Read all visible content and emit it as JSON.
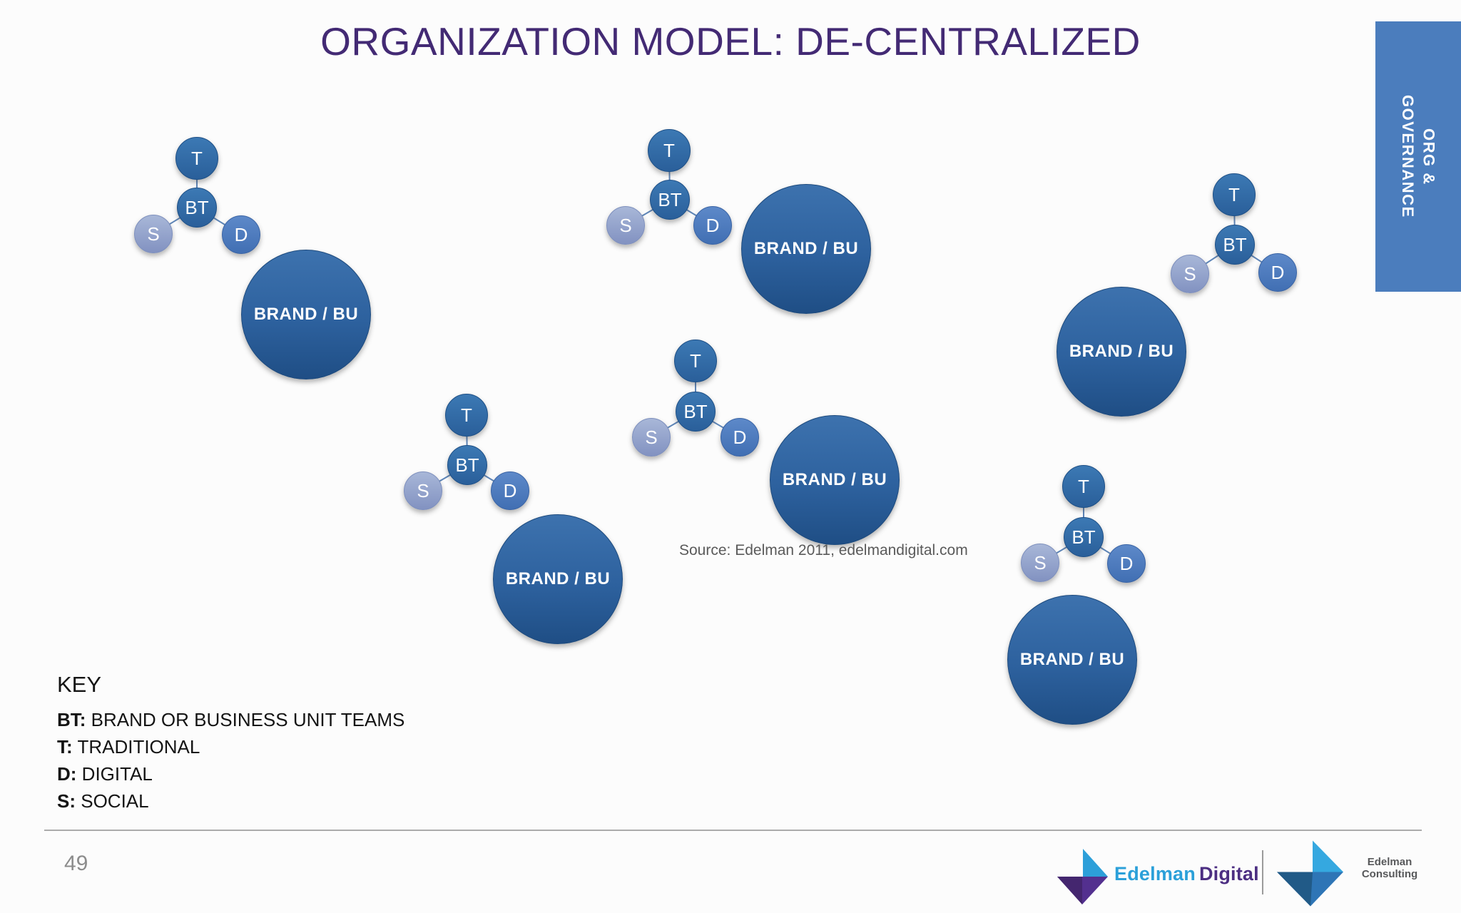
{
  "slide": {
    "title": "ORGANIZATION MODEL: DE-CENTRALIZED",
    "page_number": "49",
    "source": "Source: Edelman 2011, edelmandigital.com",
    "side_tab": {
      "line1": "ORG &",
      "line2": "GOVERNANCE",
      "bg_color": "#4b7dbd"
    }
  },
  "key": {
    "heading": "KEY",
    "entries": [
      {
        "abbr": "BT:",
        "label": "BRAND OR BUSINESS UNIT TEAMS"
      },
      {
        "abbr": "T:",
        "label": "TRADITIONAL"
      },
      {
        "abbr": "D:",
        "label": "DIGITAL"
      },
      {
        "abbr": "S:",
        "label": "SOCIAL"
      }
    ]
  },
  "diagram": {
    "node_labels": {
      "t": "T",
      "bt": "BT",
      "s": "S",
      "d": "D",
      "big": "BRAND / BU"
    },
    "node_radii": {
      "t": 30,
      "bt": 28,
      "s": 27,
      "d": 27,
      "big": 91
    },
    "colors": {
      "dark_node": "#2a5f9a",
      "medium_node": "#416fb3",
      "light_node": "#8292c1",
      "big_circle": "#2d619e",
      "connector": "#5f86b8"
    },
    "clusters": [
      {
        "t": [
          276,
          222
        ],
        "bt": [
          276,
          291
        ],
        "s": [
          215,
          328
        ],
        "d": [
          338,
          329
        ],
        "big": [
          429,
          441
        ]
      },
      {
        "t": [
          938,
          211
        ],
        "bt": [
          939,
          280
        ],
        "s": [
          877,
          316
        ],
        "d": [
          999,
          316
        ],
        "big": [
          1130,
          349
        ]
      },
      {
        "t": [
          1730,
          273
        ],
        "bt": [
          1731,
          343
        ],
        "s": [
          1668,
          384
        ],
        "d": [
          1791,
          382
        ],
        "big": [
          1572,
          493
        ]
      },
      {
        "t": [
          975,
          506
        ],
        "bt": [
          975,
          577
        ],
        "s": [
          913,
          613
        ],
        "d": [
          1037,
          613
        ],
        "big": [
          1170,
          673
        ]
      },
      {
        "t": [
          654,
          582
        ],
        "bt": [
          655,
          652
        ],
        "s": [
          593,
          688
        ],
        "d": [
          715,
          688
        ],
        "big": [
          782,
          812
        ]
      },
      {
        "t": [
          1519,
          682
        ],
        "bt": [
          1519,
          753
        ],
        "s": [
          1458,
          789
        ],
        "d": [
          1579,
          790
        ],
        "big": [
          1503,
          925
        ]
      }
    ]
  },
  "footer": {
    "digital_logo": {
      "word1": "Edelman",
      "word2": "Digital"
    },
    "consulting_logo": {
      "line1": "Edelman",
      "line2": "Consulting"
    }
  }
}
